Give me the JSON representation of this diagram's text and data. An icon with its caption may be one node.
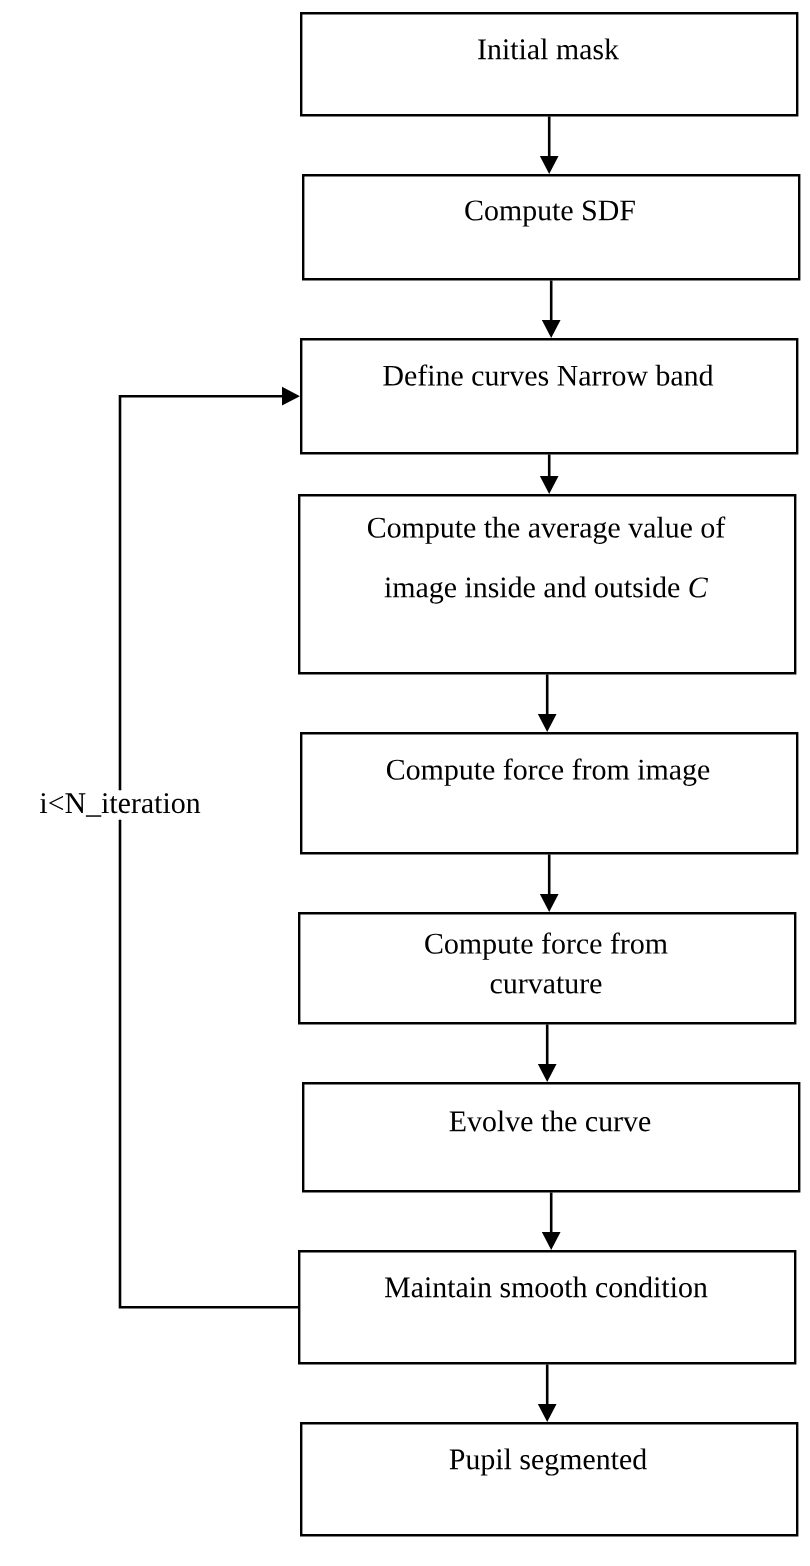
{
  "diagram": {
    "nodes": [
      {
        "text": [
          "Initial mask"
        ]
      },
      {
        "text": [
          "Compute SDF"
        ]
      },
      {
        "text": [
          "Define curves Narrow band"
        ]
      },
      {
        "text": [
          "Compute the average value of image inside and outside *C*"
        ]
      },
      {
        "text": [
          "Compute force from image"
        ]
      },
      {
        "text": [
          "Compute force from curvature"
        ]
      },
      {
        "text": [
          "Evolve the curve"
        ]
      },
      {
        "text": [
          "Maintain smooth condition"
        ]
      },
      {
        "text": [
          "Pupil segmented"
        ]
      }
    ],
    "edges": [
      {
        "from": 0,
        "to": 1,
        "arrow": "to"
      },
      {
        "from": 1,
        "to": 2,
        "arrow": "to"
      },
      {
        "from": 2,
        "to": 3,
        "arrow": "to"
      },
      {
        "from": 3,
        "to": 4,
        "arrow": "to"
      },
      {
        "from": 4,
        "to": 5,
        "arrow": "to"
      },
      {
        "from": 5,
        "to": 6,
        "arrow": "to"
      },
      {
        "from": 6,
        "to": 7,
        "arrow": "to"
      },
      {
        "from": 7,
        "to": 8,
        "arrow": "to"
      },
      {
        "from": 7,
        "to": 2,
        "arrow": "to",
        "label": "i<N_iteration"
      }
    ]
  }
}
